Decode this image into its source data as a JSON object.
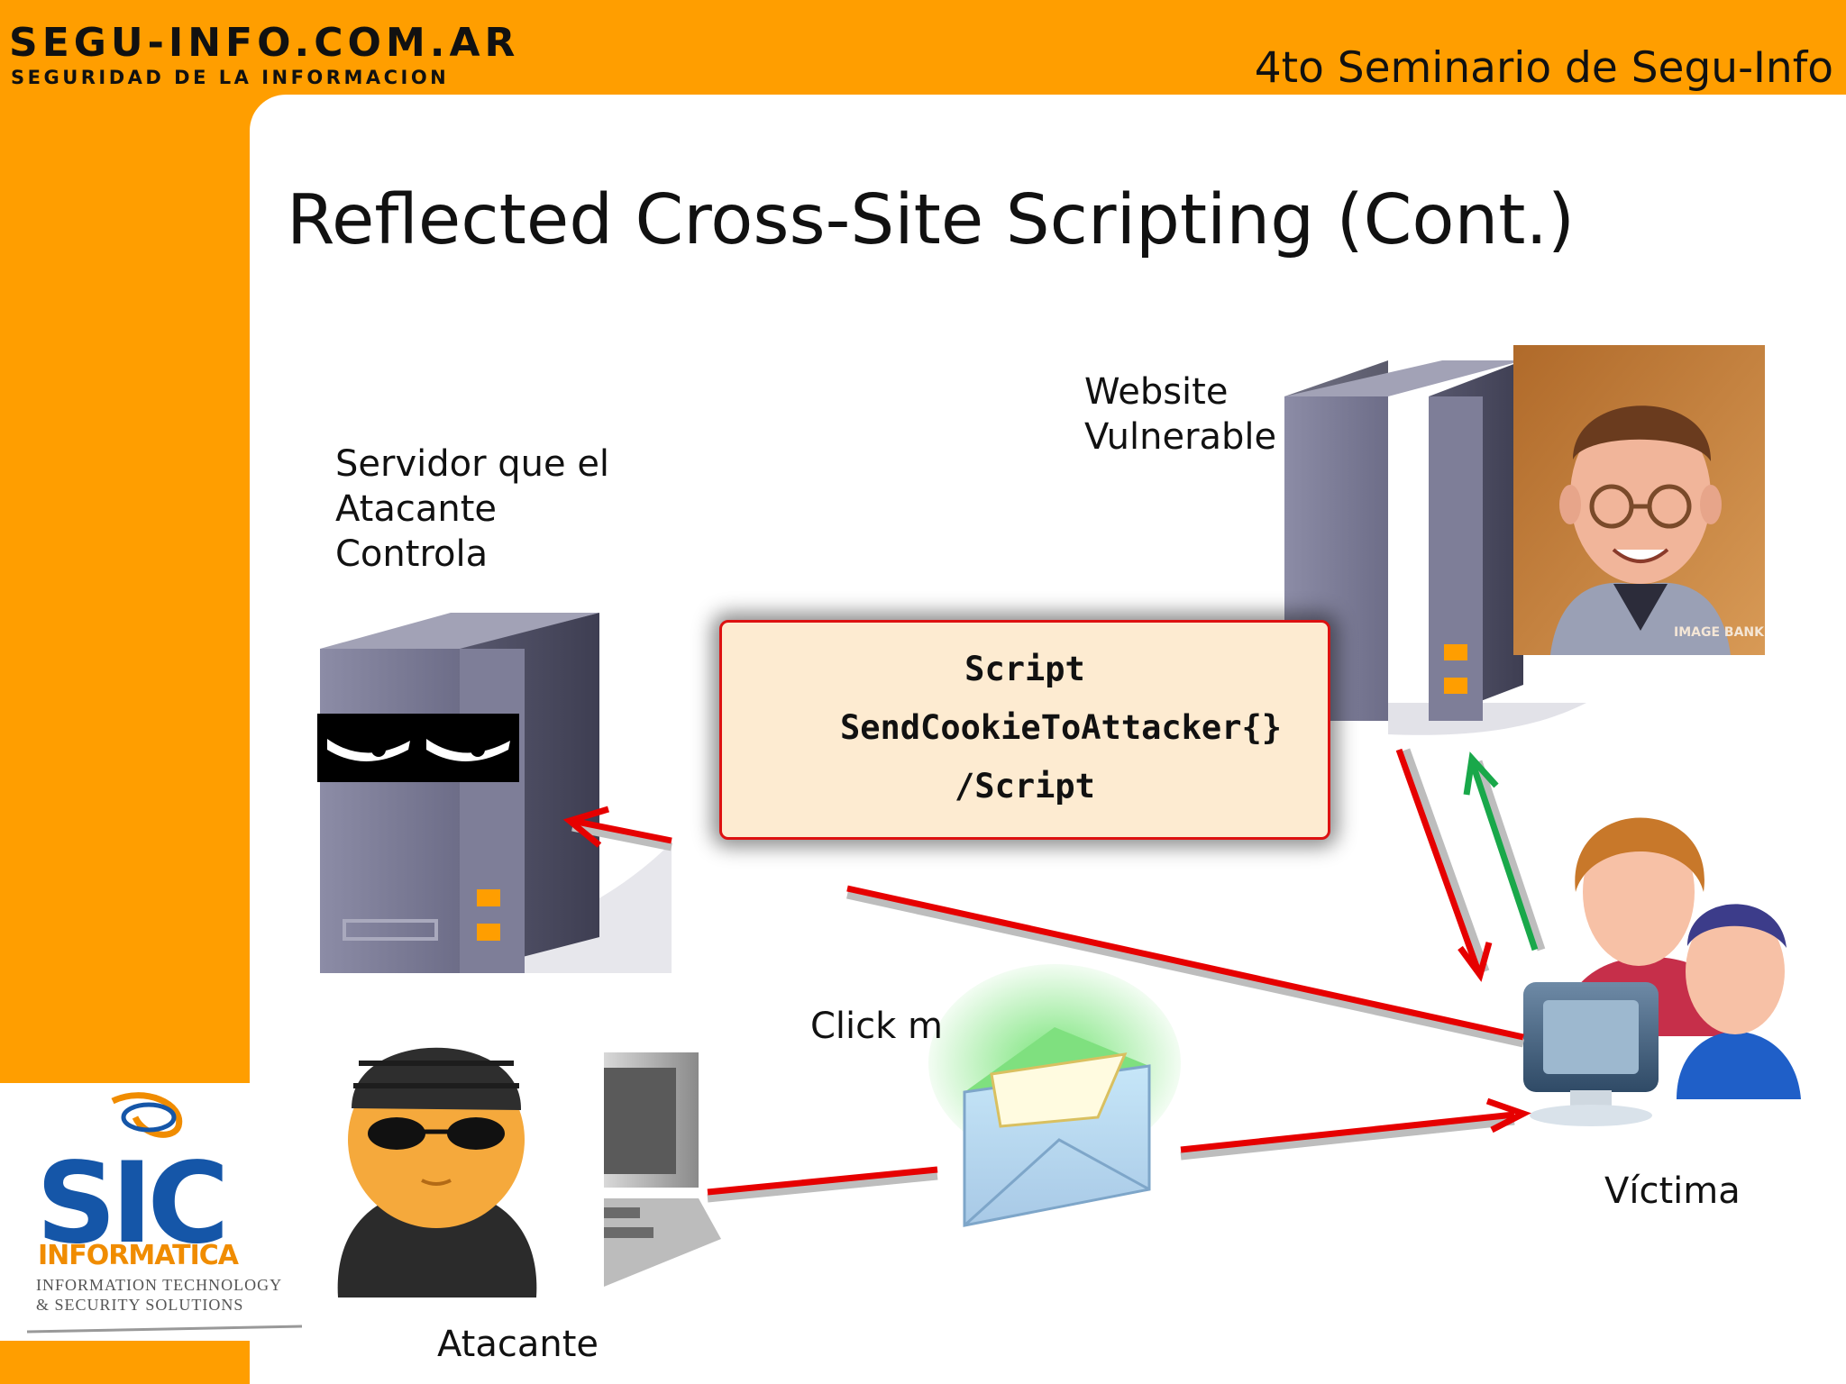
{
  "header": {
    "logo_main": "SEGU-INFO.COM.AR",
    "logo_sub": "SEGURIDAD DE LA INFORMACION",
    "seminar": "4to Seminario de Segu-Info"
  },
  "slide": {
    "title": "Reflected Cross-Site Scripting (Cont.)"
  },
  "nodes": {
    "attacker_server_label": "Servidor que el\nAtacante\nControla",
    "vulnerable_site_label": "Website\nVulnerable",
    "click_label": "Click m",
    "victim_label": "Víctima",
    "attacker_label": "Atacante",
    "watermark": "IMAGE BANK"
  },
  "script_box": {
    "line1": "Script",
    "line2": "SendCookieToAttacker{}",
    "line3": "/Script"
  },
  "sic_logo": {
    "main": "SIC",
    "sub": "INFORMATICA",
    "line1": "INFORMATION TECHNOLOGY",
    "line2": "& SECURITY SOLUTIONS"
  },
  "colors": {
    "header_orange": "#ff9e00",
    "arrow_red": "#e60000",
    "arrow_green": "#19a84a",
    "sic_blue": "#1556a8"
  }
}
